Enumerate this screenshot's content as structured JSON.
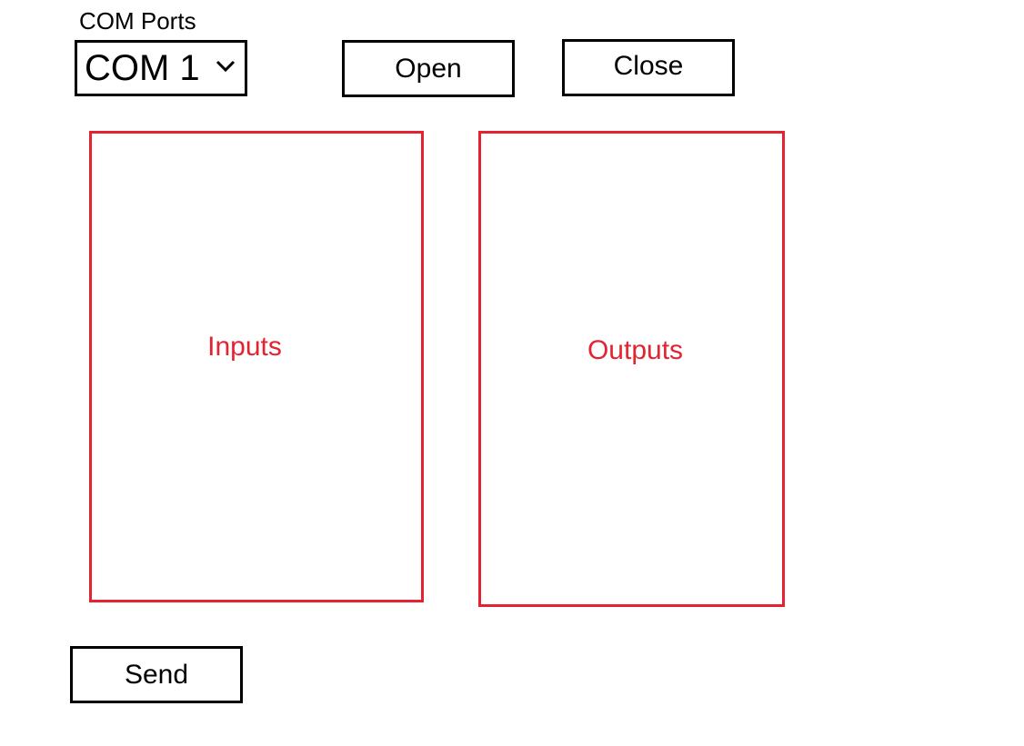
{
  "com_ports": {
    "label": "COM Ports",
    "selected": "COM 1",
    "chevron_icon": "chevron-down-icon"
  },
  "buttons": {
    "open_label": "Open",
    "close_label": "Close",
    "send_label": "Send"
  },
  "panels": {
    "inputs_label": "Inputs",
    "outputs_label": "Outputs",
    "border_color": "#e52330"
  }
}
